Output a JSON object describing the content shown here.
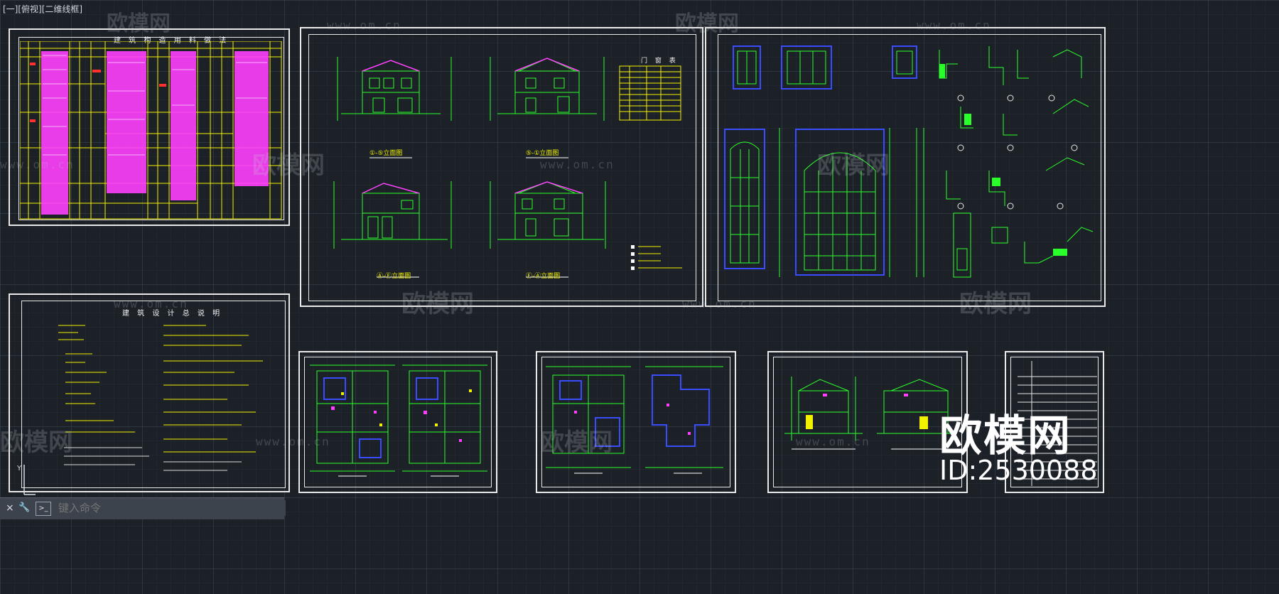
{
  "viewport": {
    "label": "[一][俯视][二维线框]"
  },
  "watermark": {
    "brand": "欧模网",
    "url": "www.om.cn",
    "big_brand": "欧模网",
    "id_text": "ID:2530088"
  },
  "sheets": {
    "materials_title": "建 筑 构 造 用 料 做 法",
    "design_notes_title": "建 筑 设 计 总 说 明",
    "elevation_labels": [
      "①-⑤立面图",
      "⑤-①立面图",
      "Ⓐ-Ⓕ立面图",
      "Ⓕ-Ⓐ立面图"
    ],
    "door_window_table_title": "门 窗 表"
  },
  "command": {
    "placeholder": "键入命令",
    "close_label": "×",
    "settings_label": "🔧",
    "prompt_label": ">_"
  },
  "colors": {
    "background": "#1c2027",
    "frame": "#e9e9e9",
    "cad_green": "#2bff2b",
    "cad_yellow": "#f2f200",
    "cad_magenta": "#ff40ff",
    "cad_blue": "#3a4cff",
    "cad_cyan": "#20e0e0"
  }
}
